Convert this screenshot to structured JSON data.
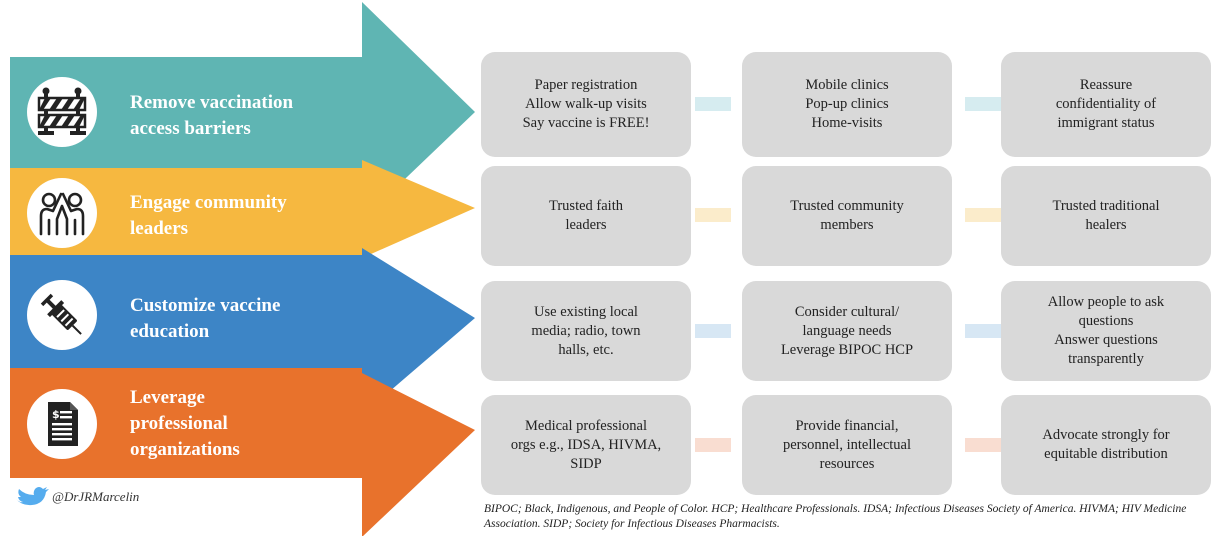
{
  "strategies": [
    {
      "label_line1": "Remove vaccination",
      "label_line2": "access barriers",
      "icon": "barrier-icon",
      "color": "#5fb5b3"
    },
    {
      "label_line1": "Engage community",
      "label_line2": "leaders",
      "icon": "community-leaders-icon",
      "color": "#f6b840"
    },
    {
      "label_line1": "Customize vaccine",
      "label_line2": "education",
      "icon": "syringe-icon",
      "color": "#3d85c6"
    },
    {
      "label_line1": "Leverage",
      "label_line2": "professional",
      "label_line3": "organizations",
      "icon": "document-icon",
      "color": "#e8722c"
    }
  ],
  "rows": [
    [
      "Paper registration\nAllow walk-up visits\nSay vaccine is FREE!",
      "Mobile clinics\nPop-up clinics\nHome-visits",
      "Reassure\nconfidentiality of\nimmigrant status"
    ],
    [
      "Trusted faith\nleaders",
      "Trusted community\nmembers",
      "Trusted traditional\nhealers"
    ],
    [
      "Use existing local\nmedia; radio, town\nhalls, etc.",
      "Consider cultural/\nlanguage needs\nLeverage BIPOC HCP",
      "Allow people to ask\nquestions\nAnswer questions\ntransparently"
    ],
    [
      "Medical professional\norgs e.g., IDSA, HIVMA,\nSIDP",
      "Provide financial,\npersonnel, intellectual\nresources",
      "Advocate strongly for\nequitable distribution"
    ]
  ],
  "connector_colors": [
    "#d6ecf0",
    "#fbeccb",
    "#d7e7f4",
    "#f9ddd1"
  ],
  "footnote": "BIPOC; Black, Indigenous, and People of Color. HCP; Healthcare Professionals. IDSA; Infectious Diseases Society of America. HIVMA; HIV Medicine Association. SIDP; Society for Infectious Diseases Pharmacists.",
  "twitter_handle": "@DrJRMarcelin",
  "twitter_icon": "twitter-bird-icon"
}
